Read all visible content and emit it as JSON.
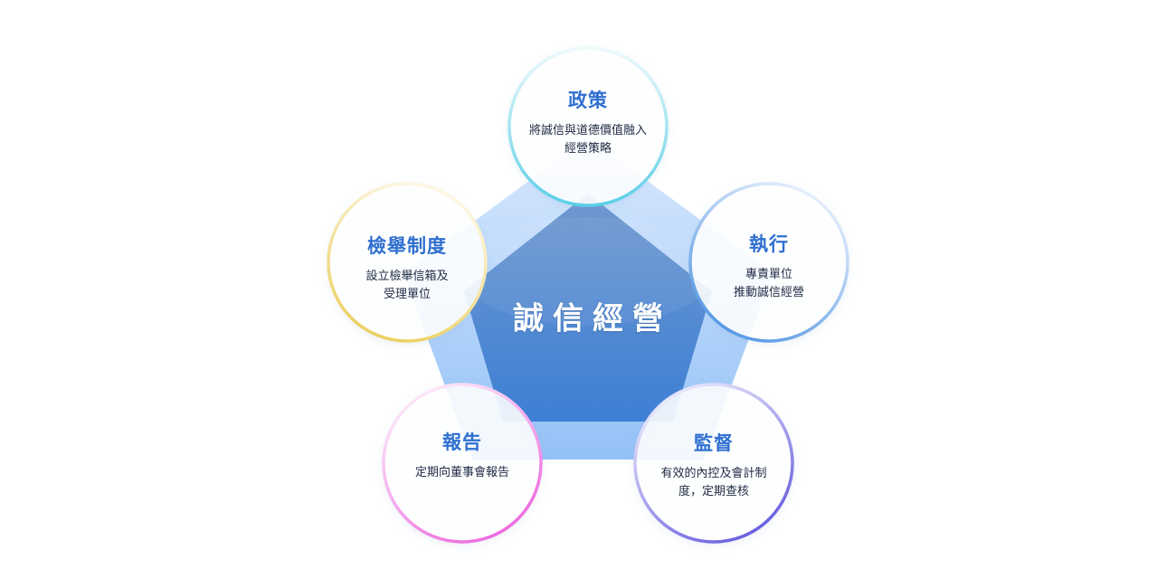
{
  "center": {
    "title": "誠信經營"
  },
  "nodes": [
    {
      "key": "policy",
      "title": "政策",
      "lines": [
        "將誠信與道德價值融入",
        "經營策略"
      ],
      "ring_colors": [
        "#66d3e8",
        "#e7f8fb"
      ]
    },
    {
      "key": "execution",
      "title": "執行",
      "lines": [
        "專責單位",
        "推動誠信經營"
      ],
      "ring_colors": [
        "#5b9ee6",
        "#e6f0fb"
      ]
    },
    {
      "key": "supervision",
      "title": "監督",
      "lines": [
        "有效的內控及會計制",
        "度，定期查核"
      ],
      "ring_colors": [
        "#6d63e0",
        "#ece9fb"
      ]
    },
    {
      "key": "report",
      "title": "報告",
      "lines": [
        "定期向董事會報告"
      ],
      "ring_colors": [
        "#ee6fe0",
        "#fbe6f8"
      ]
    },
    {
      "key": "whistleblowing",
      "title": "檢舉制度",
      "lines": [
        "設立檢舉信箱及",
        "受理單位"
      ],
      "ring_colors": [
        "#ecd46a",
        "#fbf5de"
      ]
    }
  ],
  "colors": {
    "outer_pentagon": "#a9cdf8",
    "inner_pentagon_top": "#6f98d2",
    "inner_pentagon_bottom": "#3d7fd3",
    "node_title": "#2f6fd0",
    "node_text": "#1f2a44"
  }
}
